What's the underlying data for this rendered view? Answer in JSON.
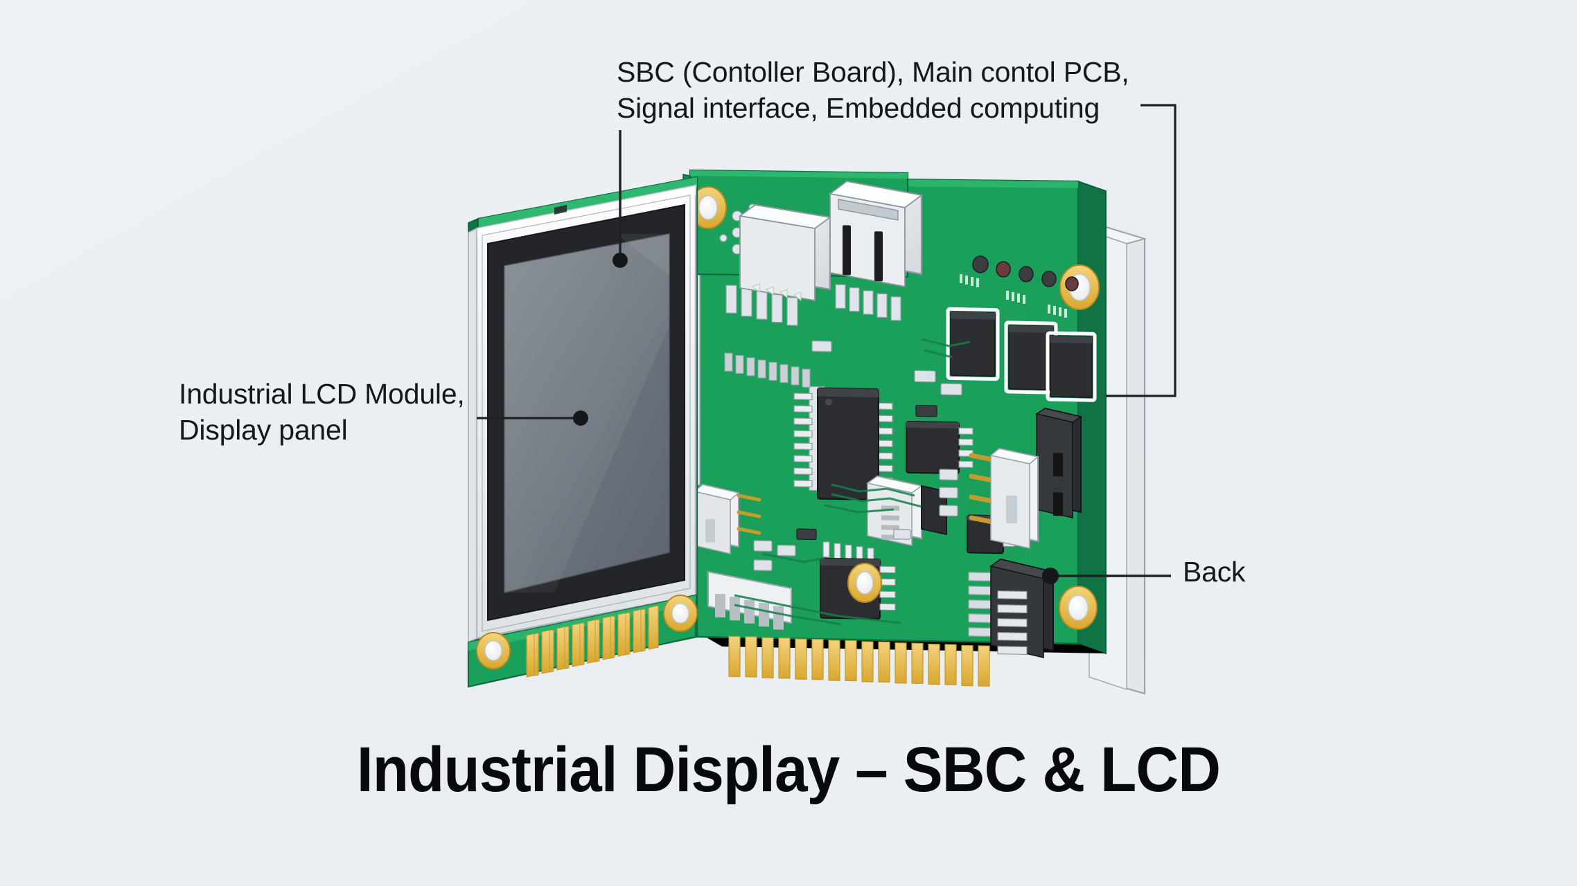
{
  "background_color": "#edf1f4",
  "title": {
    "text": "Industrial Display – SBC & LCD",
    "color": "#08090c"
  },
  "callouts": [
    {
      "id": "sbc",
      "line1": "SBC (Contoller Board), Main contol PCB,",
      "line2": "Signal interface, Embedded computing",
      "text": "SBC (Contoller Board), Main contol PCB,\nSignal interface, Embedded computing",
      "color": "#15171a",
      "leader": "vertical-line-with-dot-and-right-bracket"
    },
    {
      "id": "lcd",
      "line1": "Industrial LCD Module,",
      "line2": "Display panel",
      "text": "Industrial LCD Module,\nDisplay panel",
      "color": "#15171a",
      "leader": "horizontal-line-with-dot"
    },
    {
      "id": "back",
      "line1": "Back",
      "text": "Back",
      "color": "#15171a",
      "leader": "horizontal-line-with-dot"
    }
  ],
  "illustration": {
    "type": "isometric-exploded-assembly",
    "subject": "industrial display module with single board computer",
    "parts": [
      {
        "name": "lcd-module",
        "label": "Industrial LCD Module, Display panel",
        "pcb_color": "#1aa05a",
        "bezel_color": "#f2f4f6",
        "screen_color": "#6e757e"
      },
      {
        "name": "sbc-board",
        "label": "SBC (Contoller Board), Main contol PCB",
        "pcb_color": "#1aa05a"
      },
      {
        "name": "pin-header-back",
        "label": "Back",
        "color": "#2a2a2e"
      }
    ],
    "colors": {
      "pcb_green": "#1aa05a",
      "pcb_green_dark": "#13804a",
      "pcb_green_light": "#34b771",
      "pcb_edge": "#0e6b3e",
      "gold_pad": "#e8b93c",
      "gold_pad_light": "#f5d98a",
      "metal_silver": "#e8ebee",
      "metal_shadow": "#b9c0c6",
      "chip_black": "#2c2e31",
      "chip_black_light": "#3d4044",
      "screen_gray": "#6e757e",
      "screen_gray_dark": "#5b626b",
      "bezel_white": "#f4f6f7",
      "bezel_shadow": "#cfd5da",
      "black_border": "#222428",
      "outline": "#2b3035",
      "leader_line": "#1d2024"
    }
  }
}
